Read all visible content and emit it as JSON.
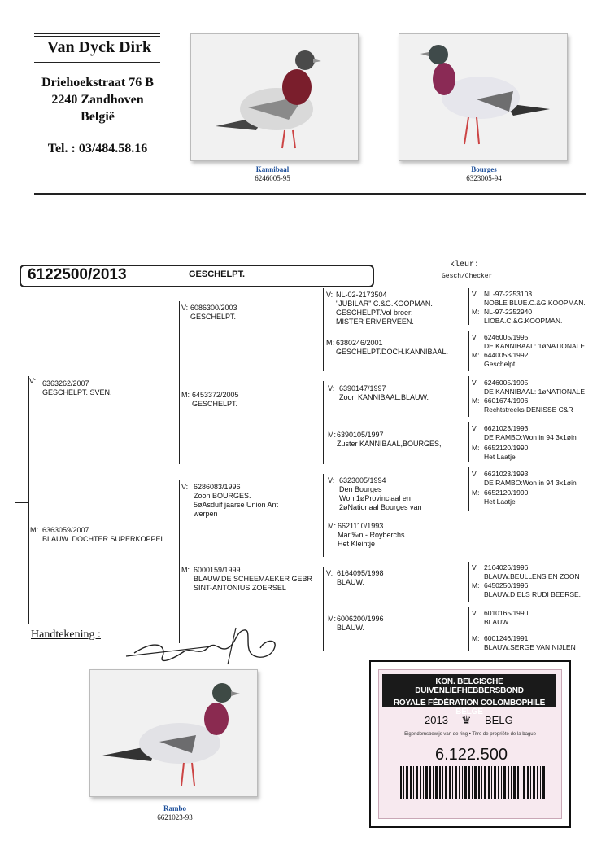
{
  "owner": {
    "name": "Van Dyck Dirk",
    "street": "Driehoekstraat 76 B",
    "city": "2240 Zandhoven",
    "country": "België",
    "phone": "Tel. : 03/484.58.16"
  },
  "photos": [
    {
      "name": "Kannibaal",
      "ring": "6246005-95"
    },
    {
      "name": "Bourges",
      "ring": "6323005-94"
    },
    {
      "name": "Rambo",
      "ring": "6621023-93"
    }
  ],
  "subject": {
    "ring": "6122500/2013",
    "color": "GESCHELPT.",
    "kleur_label": "kleur:",
    "kleur_value": "Gesch/Checker"
  },
  "parents": {
    "sire": {
      "prefix": "V:",
      "lines": [
        "6363262/2007",
        "GESCHELPT.  SVEN."
      ]
    },
    "dam": {
      "prefix": "M:",
      "lines": [
        "6363059/2007",
        "BLAUW. DOCHTER SUPERKOPPEL."
      ]
    }
  },
  "grandparents": [
    {
      "prefix": "V:",
      "lines": [
        "6086300/2003",
        "GESCHELPT."
      ]
    },
    {
      "prefix": "M:",
      "lines": [
        "6453372/2005",
        "GESCHELPT."
      ]
    },
    {
      "prefix": "V:",
      "lines": [
        "6286083/1996",
        "Zoon BOURGES.",
        "5øAsduif jaarse Union Ant",
        "werpen"
      ]
    },
    {
      "prefix": "M:",
      "lines": [
        "6000159/1999",
        "BLAUW.DE SCHEEMAEKER GEBR",
        "SINT-ANTONIUS ZOERSEL"
      ]
    }
  ],
  "great_grandparents": [
    {
      "prefix": "V:",
      "lines": [
        "NL-02-2173504",
        "\"JUBILAR\" C.&G.KOOPMAN.",
        "GESCHELPT.Vol broer:",
        "MISTER ERMERVEEN."
      ]
    },
    {
      "prefix": "M:",
      "lines": [
        "6380246/2001",
        "GESCHELPT.DOCH.KANNIBAAL."
      ]
    },
    {
      "prefix": "V:",
      "lines": [
        "6390147/1997",
        "Zoon KANNIBAAL.BLAUW."
      ]
    },
    {
      "prefix": "M:",
      "lines": [
        "6390105/1997",
        "Zuster KANNIBAAL,BOURGES,"
      ]
    },
    {
      "prefix": "V:",
      "lines": [
        "6323005/1994",
        "Den Bourges",
        "Won 1øProvinciaal en",
        "2øNationaal Bourges van"
      ]
    },
    {
      "prefix": "M:",
      "lines": [
        "6621110/1993",
        "Mari‰n - Royberchs",
        "Het Kleintje"
      ]
    },
    {
      "prefix": "V:",
      "lines": [
        "6164095/1998",
        "BLAUW."
      ]
    },
    {
      "prefix": "M:",
      "lines": [
        "6006200/1996",
        "BLAUW."
      ]
    }
  ],
  "gen4": [
    {
      "v": [
        "NL-97-2253103",
        "NOBLE BLUE.C.&G.KOOPMAN."
      ],
      "m": [
        "NL-97-2252940",
        "LIOBA.C.&G.KOOPMAN."
      ]
    },
    {
      "v": [
        "6246005/1995",
        "DE KANNIBAAL: 1øNATIONALE"
      ],
      "m": [
        "6440053/1992",
        "Geschelpt."
      ]
    },
    {
      "v": [
        "6246005/1995",
        "DE KANNIBAAL: 1øNATIONALE"
      ],
      "m": [
        "6601674/1996",
        "Rechtstreeks DENISSE C&R"
      ]
    },
    {
      "v": [
        "6621023/1993",
        "DE RAMBO:Won in 94 3x1øin"
      ],
      "m": [
        "6652120/1990",
        "Het Laatje"
      ]
    },
    {
      "v": [
        "6621023/1993",
        "DE RAMBO:Won in 94 3x1øin"
      ],
      "m": [
        "6652120/1990",
        "Het Laatje"
      ]
    },
    {
      "v": [
        "2164026/1996",
        "BLAUW.BEULLENS EN ZOON"
      ],
      "m": [
        "6450250/1996",
        "BLAUW.DIELS RUDI BEERSE."
      ]
    },
    {
      "v": [
        "6010165/1990",
        "BLAUW."
      ],
      "m": [
        "6001246/1991",
        "BLAUW.SERGE VAN NIJLEN"
      ]
    }
  ],
  "signature_label": "Handtekening :",
  "card": {
    "line1": "KON. BELGISCHE DUIVENLIEFHEBBERSBOND",
    "line2": "ROYALE FÉDÉRATION COLOMBOPHILE BELGE",
    "year": "2013",
    "country": "BELG",
    "eigendom": "Eigendomsbewijs van de ring • Titre de propriété de la bague",
    "number": "6.122.500"
  }
}
